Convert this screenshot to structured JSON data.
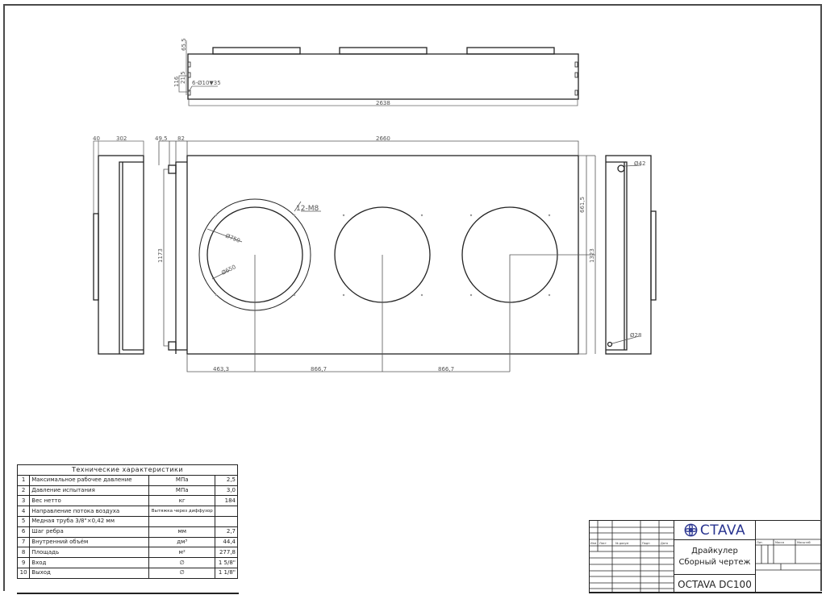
{
  "drawing": {
    "top_view": {
      "dim_height_top": "65,5",
      "dim_116": "116",
      "dim_21_5": "21,5",
      "hole_callout": "6-Ø10▼35",
      "dim_length": "2638"
    },
    "left_view": {
      "dim_40": "40",
      "dim_302": "302"
    },
    "front_view": {
      "dim_49_5": "49,5",
      "dim_82": "82",
      "dim_width": "2660",
      "dim_height": "1173",
      "dim_661_5": "661,5",
      "dim_1323": "1323",
      "flange_callout": "12-M8",
      "dia_outer": "Ø750",
      "dia_inner": "Ø650",
      "spacing": [
        "463,3",
        "866,7",
        "866,7"
      ]
    },
    "right_view": {
      "dia_inlet": "Ø42",
      "dia_outlet": "Ø28"
    }
  },
  "spec_table": {
    "title": "Технические характеристики",
    "rows": [
      {
        "n": "1",
        "name": "Максимальное рабочее давление",
        "unit": "МПа",
        "value": "2,5"
      },
      {
        "n": "2",
        "name": "Давление испытания",
        "unit": "МПа",
        "value": "3,0"
      },
      {
        "n": "3",
        "name": "Вес нетто",
        "unit": "кг",
        "value": "184"
      },
      {
        "n": "4",
        "name": "Направление потока воздуха",
        "unit": "Вытяжка через диффузор",
        "value": ""
      },
      {
        "n": "5",
        "name": "Медная труба 3/8\"×0,42 мм",
        "unit": "",
        "value": ""
      },
      {
        "n": "6",
        "name": "Шаг ребра",
        "unit": "мм",
        "value": "2,7"
      },
      {
        "n": "7",
        "name": "Внутренний объём",
        "unit": "дм³",
        "value": "44,4"
      },
      {
        "n": "8",
        "name": "Площадь",
        "unit": "м²",
        "value": "277,8"
      },
      {
        "n": "9",
        "name": "Вход",
        "unit": "∅",
        "value": "1 5/8\""
      },
      {
        "n": "10",
        "name": "Выход",
        "unit": "∅",
        "value": "1 1/8\""
      }
    ]
  },
  "title_block": {
    "logo": "CTAVA",
    "title_line1": "Драйкулер",
    "title_line2": "Сборный чертеж",
    "model": "OCTAVA DC100",
    "left_headers": [
      "Изм",
      "Лист",
      "№ докум",
      "Подп",
      "Дата"
    ],
    "right_headers": [
      "Лит.",
      "Масса",
      "Масштаб"
    ],
    "brand_color": "#2a3590"
  }
}
